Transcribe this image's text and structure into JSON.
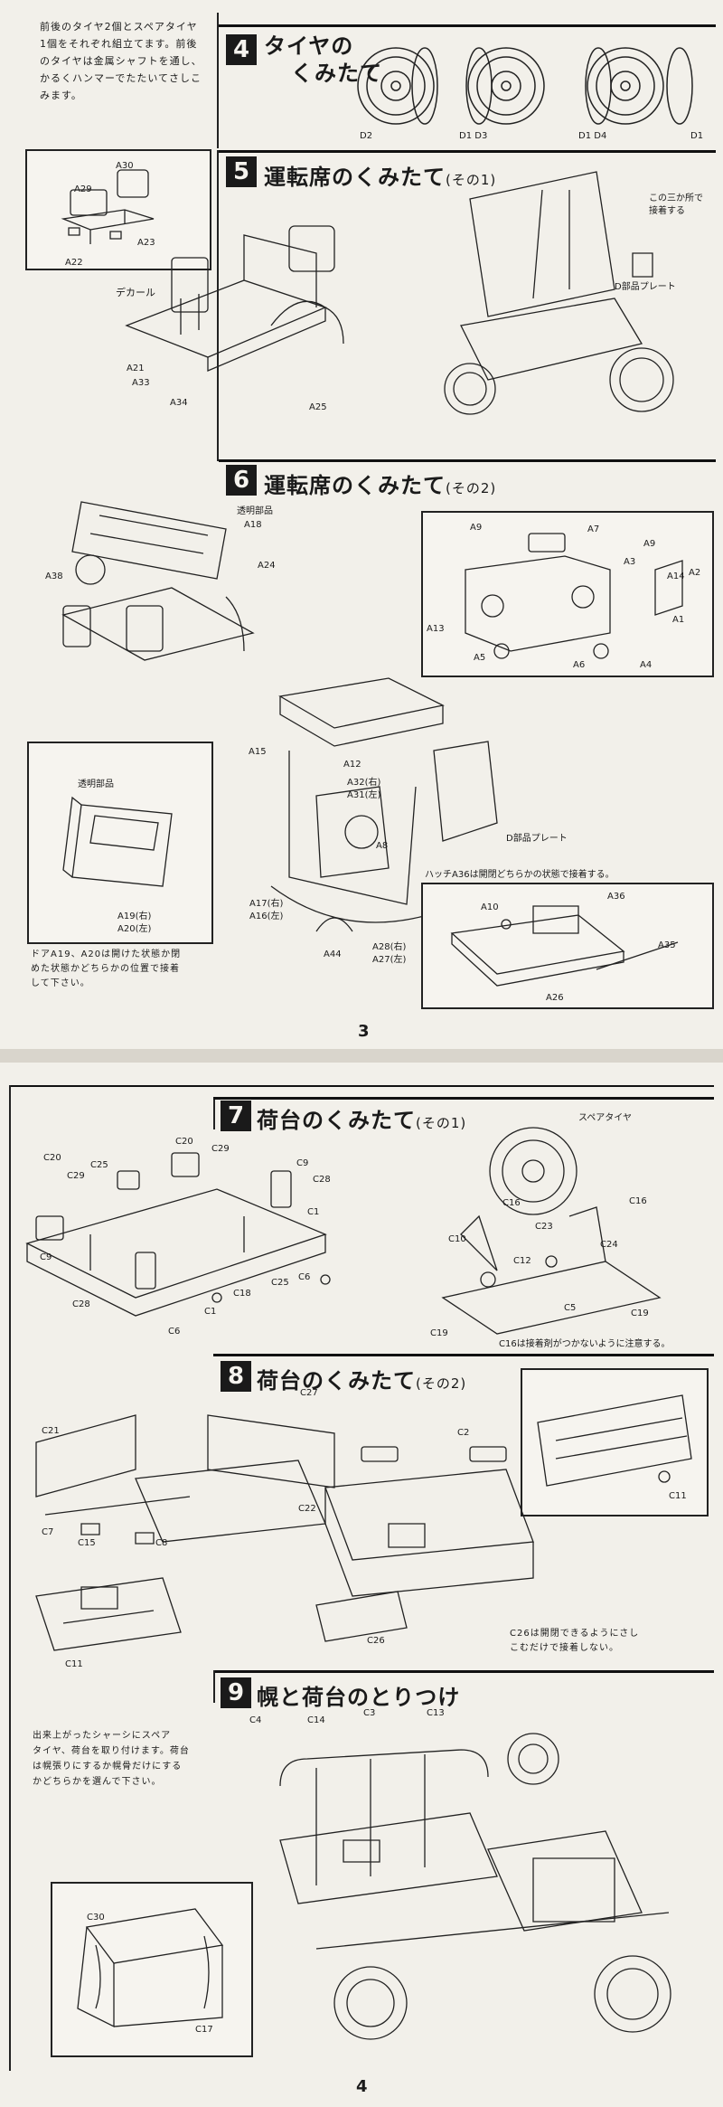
{
  "page_top": {
    "page_number": "3",
    "intro_text": [
      "前後のタイヤ2個とスペアタイヤ",
      "1個をそれぞれ組立てます。前後",
      "のタイヤは金属シャフトを通し、",
      "かるくハンマーでたたいてさしこ",
      "みます。"
    ],
    "step4": {
      "number": "4",
      "title_1": "タイヤの",
      "title_2": "くみたて",
      "labels": [
        "D2",
        "D1 D3",
        "D1 D4",
        "D1"
      ]
    },
    "step5": {
      "number": "5",
      "title": "運転席のくみたて",
      "title_sub": "(その1)",
      "seat_labels": [
        "A30",
        "A29",
        "A23",
        "A22"
      ],
      "decal_label": "デカール",
      "frame_labels": [
        "A21",
        "A33",
        "A34",
        "A25"
      ],
      "note_glue_1": "この三か所で",
      "note_glue_2": "接着する",
      "d_plate": "D部品プレート"
    },
    "step6": {
      "number": "6",
      "title": "運転席のくみたて",
      "title_sub": "(その2)",
      "clear_parts": "透明部品",
      "left_labels": [
        "A18",
        "A24",
        "A38"
      ],
      "door_box": {
        "clear_parts": "透明部品",
        "labels": [
          "A19(右)",
          "A20(左)"
        ]
      },
      "door_note": [
        "ドアA19、A20は開けた状態か閉",
        "めた状態かどちらかの位置で接着",
        "して下さい。"
      ],
      "cab_labels": [
        "A9",
        "A7",
        "A9",
        "A3",
        "A14",
        "A2",
        "A13",
        "A1",
        "A5",
        "A6",
        "A4"
      ],
      "body_labels": [
        "A15",
        "A12",
        "A32(右)",
        "A31(左)",
        "A8",
        "A17(右)",
        "A16(左)",
        "A44",
        "A28(右)",
        "A27(左)"
      ],
      "d_plate": "D部品プレート",
      "hatch_note": "ハッチA36は開閉どちらかの状態で接着する。",
      "hatch_labels": [
        "A10",
        "A36",
        "A35",
        "A26"
      ]
    }
  },
  "page_bottom": {
    "page_number": "4",
    "step7": {
      "number": "7",
      "title": "荷台のくみたて",
      "title_sub": "(その1)",
      "spare_tire": "スペアタイヤ",
      "frame_labels": [
        "C20",
        "C29",
        "C25",
        "C20",
        "C29",
        "C9",
        "C28",
        "C1",
        "C9",
        "C28",
        "C18",
        "C25",
        "C6",
        "C6",
        "C1"
      ],
      "spare_labels": [
        "C16",
        "C16",
        "C10",
        "C23",
        "C12",
        "C24",
        "C5",
        "C19",
        "C19"
      ],
      "note": "C16は接着剤がつかないように注意する。"
    },
    "step8": {
      "number": "8",
      "title": "荷台のくみたて",
      "title_sub": "(その2)",
      "labels": [
        "C27",
        "C21",
        "C22",
        "C7",
        "C15",
        "C8",
        "C11",
        "C2",
        "C26",
        "C11"
      ],
      "note": [
        "C26は開閉できるようにさし",
        "こむだけで接着しない。"
      ]
    },
    "step9": {
      "number": "9",
      "title": "幌と荷台のとりつけ",
      "intro": [
        "出来上がったシャーシにスペア",
        "タイヤ、荷台を取り付けます。荷台",
        "は幌張りにするか幌骨だけにする",
        "かどちらかを選んで下さい。"
      ],
      "labels": [
        "C4",
        "C14",
        "C3",
        "C13",
        "C30",
        "C17"
      ]
    }
  },
  "colors": {
    "ink": "#1a1a1a",
    "paper": "#f2f0ea"
  }
}
